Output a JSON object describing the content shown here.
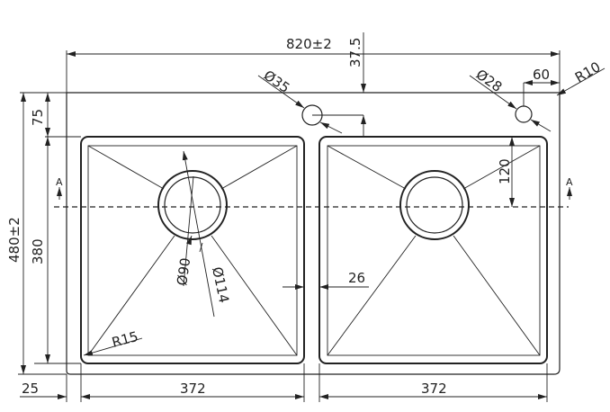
{
  "dimensions": {
    "overall_width": "820±2",
    "overall_depth": "480±2",
    "bowl_depth": "380",
    "front_margin": "75",
    "tap_offset": "37.5",
    "tap_hole_left": "Ø35",
    "tap_hole_right": "Ø28",
    "tap_edge_offset": "60",
    "corner_radius": "R10",
    "drain_offset": "120",
    "divider": "26",
    "drain_inner": "Ø90",
    "drain_outer": "Ø114",
    "bowl_radius": "R15",
    "side_margin": "25",
    "bowl_width_left": "372",
    "bowl_width_right": "372"
  },
  "section_marks": {
    "left": "A",
    "right": "A"
  }
}
